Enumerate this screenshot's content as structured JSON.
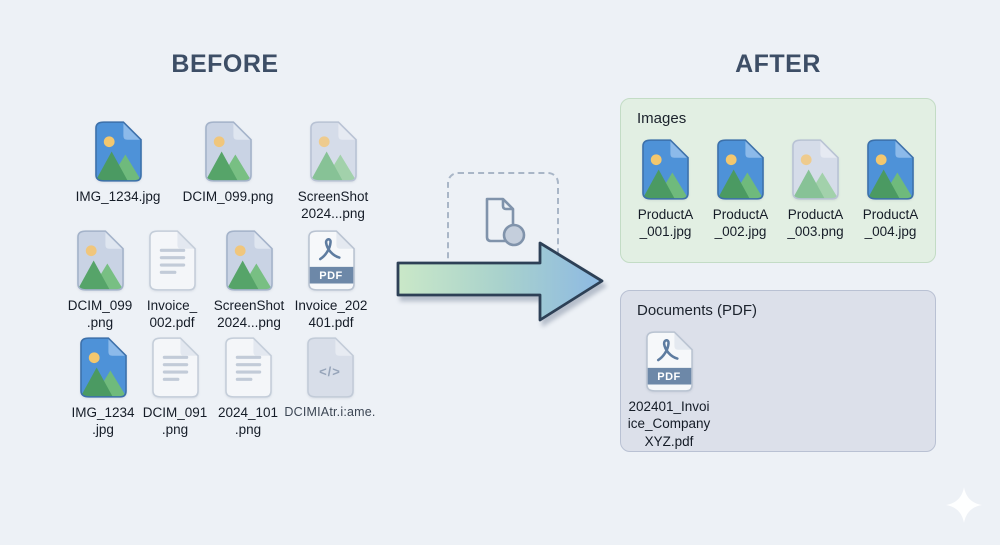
{
  "titles": {
    "before": "BEFORE",
    "after": "AFTER"
  },
  "before": {
    "rows": [
      {
        "files": [
          {
            "icon": "image-blue",
            "label": "IMG_1234.jpg"
          },
          {
            "icon": "image-light",
            "label": "DCIM_099.png"
          },
          {
            "icon": "image-faded",
            "label": "ScreenShot\n2024...png"
          }
        ]
      },
      {
        "files": [
          {
            "icon": "image-light",
            "label": "DCIM_099\n.png"
          },
          {
            "icon": "doc",
            "label": "Invoice_\n002.pdf"
          },
          {
            "icon": "image-light",
            "label": "ScreenShot\n2024...png"
          },
          {
            "icon": "pdf",
            "label": "Invoice_202\n401.pdf"
          }
        ]
      },
      {
        "files": [
          {
            "icon": "image-blue",
            "label": "IMG_1234\n.jpg"
          },
          {
            "icon": "doc",
            "label": "DCIM_091\n.png"
          },
          {
            "icon": "doc",
            "label": "2024_101\n.png"
          },
          {
            "icon": "code",
            "label": "DCIMIAtr.i:ame."
          }
        ]
      }
    ]
  },
  "after": {
    "groups": [
      {
        "title": "Images",
        "files": [
          {
            "icon": "image-blue",
            "label": "ProductA\n_001.jpg"
          },
          {
            "icon": "image-blue",
            "label": "ProductA\n_002.jpg"
          },
          {
            "icon": "image-faded",
            "label": "ProductA\n_003.png"
          },
          {
            "icon": "image-blue",
            "label": "ProductA\n_004.jpg"
          }
        ]
      },
      {
        "title": "Documents (PDF)",
        "files": [
          {
            "icon": "pdf",
            "label": "202401_Invoi\nice_Company\nXYZ.pdf"
          }
        ]
      }
    ]
  },
  "pdf_badge": "PDF",
  "code_glyph": "</>",
  "colors": {
    "background": "#edf1f6",
    "title": "#3d4e66",
    "images_panel": "#e2efe3",
    "documents_panel": "#dce0ea",
    "arrow_green": "#cae8c8",
    "arrow_blue": "#8db9e3",
    "arrow_outline": "#2d4056"
  }
}
